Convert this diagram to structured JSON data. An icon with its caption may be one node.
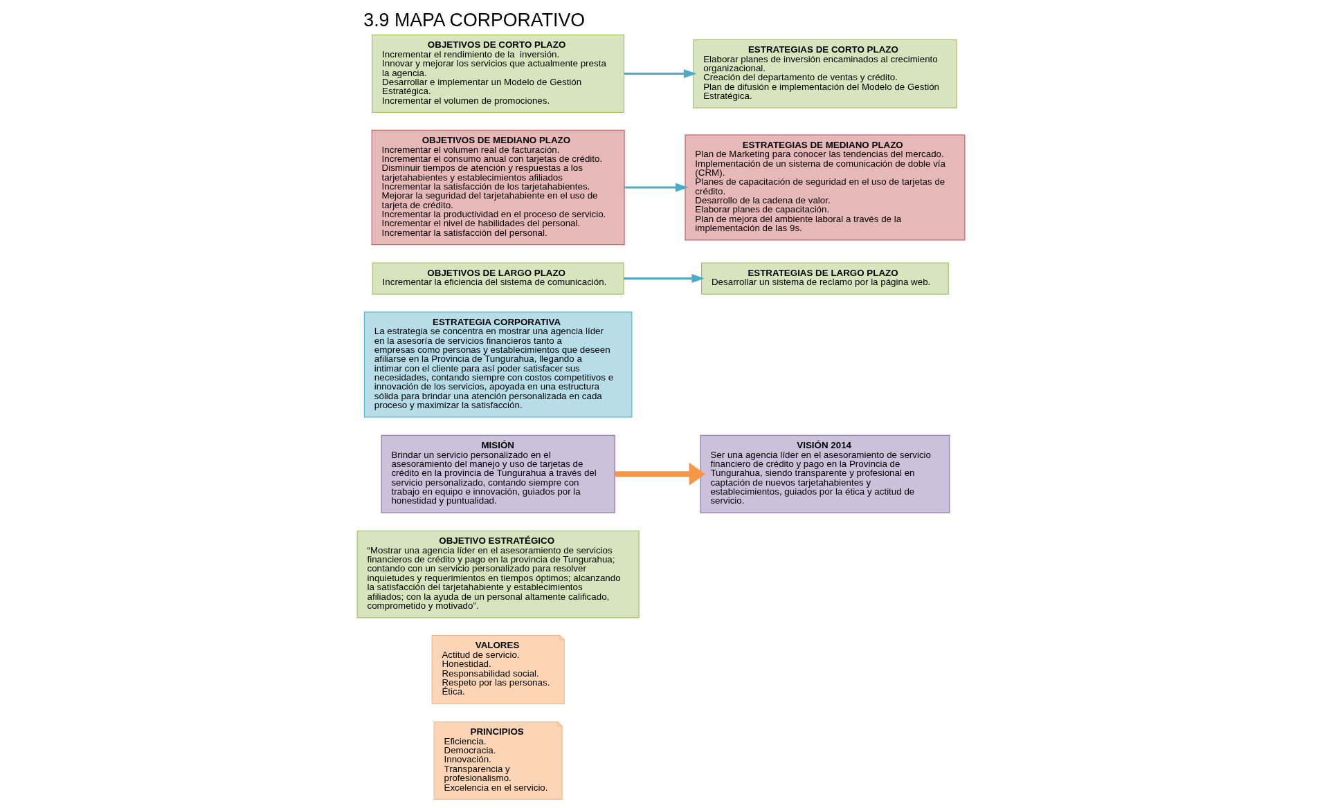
{
  "diagram": {
    "title": "3.9 MAPA CORPORATIVO",
    "nodes": [
      {
        "text": [
          "PRINCIPIOS",
          "Eficiencia.",
          "Democracia.",
          "Innovación.",
          "Transparencia y profesionalismo.",
          "Excelencia en el servicio."
        ]
      },
      {
        "text": [
          "VALORES",
          "Actitud de servicio.",
          "Honestidad.",
          "Responsabilidad social.",
          "Respeto por las personas.",
          "Ética."
        ]
      },
      {
        "text": [
          "OBJETIVO ESTRATÉGICO",
          "“Mostrar una agencia líder en el asesoramiento de servicios financieros de crédito y pago en la provincia de Tungurahua; contando con un servicio personalizado para resolver inquietudes y requerimientos en tiempos óptimos; alcanzando la satisfacción del tarjetahabiente y establecimientos afiliados; con la ayuda de un personal altamente calificado, comprometido y motivado”."
        ]
      },
      {
        "text": [
          "VISIÓN 2014",
          "Ser una agencia líder en el asesoramiento de servicio financiero de crédito y pago en la Provincia de Tungurahua, siendo transparente y profesional en captación de nuevos tarjetahabientes y establecimientos, guiados por la ética y actitud de servicio."
        ]
      },
      {
        "text": [
          "ESTRATEGIA CORPORATIVA",
          "La estrategia se concentra en mostrar una agencia líder en la asesoría de servicios financieros tanto a empresas como personas y establecimientos que deseen afiliarse en la Provincia de Tungurahua, llegando a intimar con el cliente para así poder satisfacer sus necesidades, contando siempre con costos competitivos e innovación de los servicios, apoyada en una estructura sólida para brindar una atención personalizada en cada proceso y maximizar la satisfacción."
        ]
      },
      {
        "text": [
          "OBJETIVOS DE LARGO PLAZO",
          "Incrementar la eficiencia del sistema de comunicación."
        ]
      },
      {
        "text": [
          "ESTRATEGIAS DE LARGO PLAZO",
          "Desarrollar un sistema de reclamo por la página web."
        ]
      },
      {
        "text": [
          "OBJETIVOS DE MEDIANO PLAZO",
          "Incrementar el volumen real de facturación.",
          "Incrementar el consumo anual con tarjetas de crédito.",
          "Disminuir tiempos de atención y respuestas a los tarjetahabientes y establecimientos afiliados",
          "Incrementar la satisfacción de los tarjetahabientes.",
          "Mejorar la seguridad del tarjetahabiente en el uso de tarjeta de crédito.",
          "Incrementar la productividad en el proceso de servicio.",
          "Incrementar el nivel de habilidades del personal.",
          "Incrementar la satisfacción del personal."
        ]
      },
      {
        "text": [
          "ESTRATEGIAS DE MEDIANO PLAZO",
          "Plan de Marketing para conocer las tendencias del mercado.",
          "Implementación de un sistema de comunicación de doble vía (CRM).",
          "Planes de capacitación de seguridad en el uso de tarjetas de crédito.",
          "Desarrollo de la cadena de valor.",
          "Elaborar planes de capacitación.",
          "Plan de mejora del ambiente laboral a través de la implementación de las 9s."
        ]
      },
      {
        "text": [
          "MISIÓN",
          "Brindar un servicio personalizado en el asesoramiento del manejo y uso de tarjetas de crédito en la provincia de Tungurahua a través del servicio personalizado, contando siempre con trabajo en equipo e innovación, guiados por la honestidad y puntualidad."
        ]
      },
      {
        "text": [
          "OBJETIVOS DE CORTO PLAZO",
          "Incrementar el rendimiento de la  inversión.",
          "Innovar y mejorar los servicios que actualmente presta la agencia.",
          "Desarrollar e implementar un Modelo de Gestión Estratégica.",
          "Incrementar el volumen de promociones."
        ]
      },
      {
        "text": [
          "ESTRATEGIAS DE CORTO PLAZO",
          "Elaborar planes de inversión encaminados al crecimiento organizacional.",
          "Creación del departamento de ventas y crédito.",
          "Plan de difusión e implementación del Modelo de Gestión Estratégica."
        ]
      }
    ],
    "edges": [
      {
        "from": 9,
        "to": 3,
        "arrow": "to",
        "style": "thick",
        "color": "#f79646"
      },
      {
        "from": 5,
        "to": 6,
        "arrow": "to"
      },
      {
        "from": 7,
        "to": 8,
        "arrow": "to"
      },
      {
        "from": 10,
        "to": 11,
        "arrow": "to"
      }
    ]
  }
}
